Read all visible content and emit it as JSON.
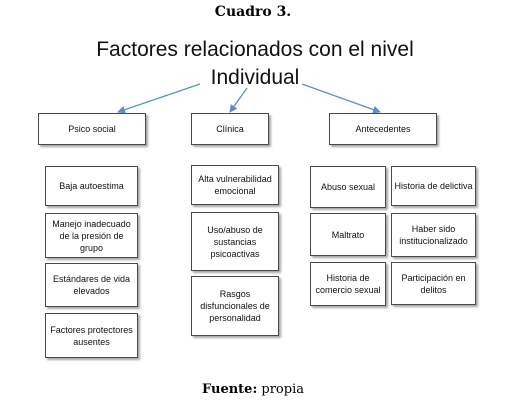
{
  "caption": "Cuadro 3.",
  "title_line1": "Factores relacionados con el nivel",
  "title_line2": "Individual",
  "categories": {
    "psicosocial": "Psico social",
    "clinica": "Clínica",
    "antecedentes": "Antecedentes"
  },
  "psicosocial_items": [
    "Baja autoestima",
    "Manejo inadecuado de la presión de grupo",
    "Estándares de vida elevados",
    "Factores protectores ausentes"
  ],
  "clinica_items": [
    "Alta vulnerabilidad emocional",
    "Uso/abuso de sustancias psicoactivas",
    "Rasgos disfuncionales de personalidad"
  ],
  "antecedentes_left": [
    "Abuso sexual",
    "Maltrato",
    "Historia de comercio sexual"
  ],
  "antecedentes_right": [
    "Historia de delictiva",
    "Haber sido institucionalizado",
    "Participación en delitos"
  ],
  "source_label": "Fuente:",
  "source_value": "propia",
  "colors": {
    "arrow": "#5b8fcb",
    "border": "#4a4a4a"
  }
}
